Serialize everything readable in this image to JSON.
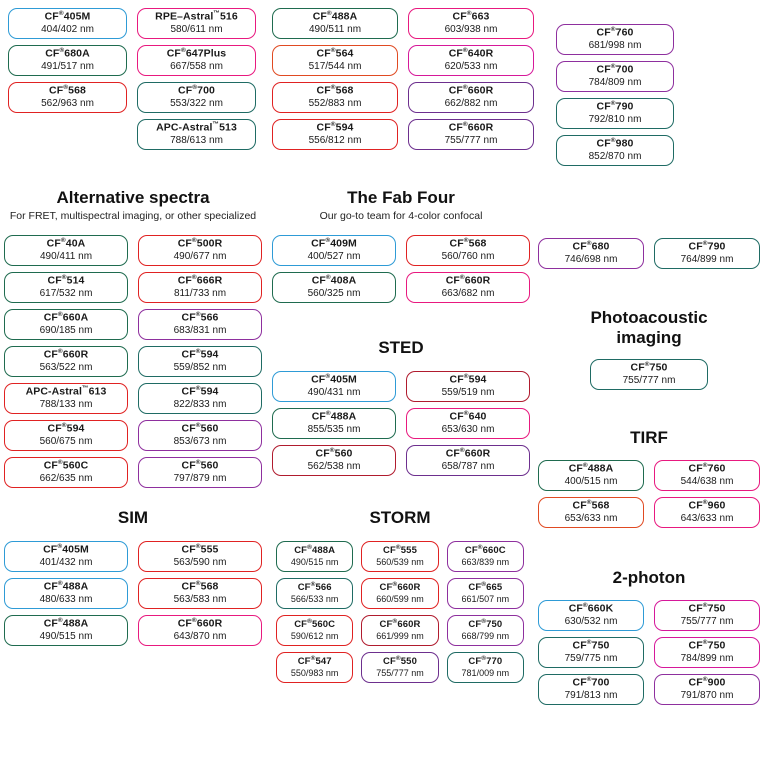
{
  "meta": {
    "registered_mark": "®",
    "units": "nm"
  },
  "colors": {
    "blue": "#2e9bd6",
    "green": "#1f6b4f",
    "red": "#e02222",
    "darkred": "#b01b2e",
    "pink": "#e8197f",
    "magenta": "#d6189a",
    "purple": "#8e2f9e",
    "violet": "#6d2f8e",
    "orange": "#e04a22",
    "teal": "#1f6b64"
  },
  "sections": {
    "top_left": {
      "title": "",
      "cards": [
        {
          "name": "CF®405M",
          "wl": "404/402 nm",
          "color": "blue"
        },
        {
          "name": "RPE–Astral™516",
          "wl": "580/611 nm",
          "color": "pink"
        },
        {
          "name": "CF®680A",
          "wl": "491/517 nm",
          "color": "green"
        },
        {
          "name": "CF®647Plus",
          "wl": "667/558 nm",
          "color": "pink"
        },
        {
          "name": "CF®568",
          "wl": "562/963 nm",
          "color": "red"
        },
        {
          "name": "CF®700",
          "wl": "553/322 nm",
          "color": "teal"
        },
        {
          "name": "",
          "wl": "",
          "color": "none"
        },
        {
          "name": "APC-Astral™513",
          "wl": "788/613 nm",
          "color": "teal"
        }
      ]
    },
    "top_mid": {
      "cards": [
        {
          "name": "CF®488A",
          "wl": "490/511 nm",
          "color": "green"
        },
        {
          "name": "CF®663",
          "wl": "603/938 nm",
          "color": "pink"
        },
        {
          "name": "CF®564",
          "wl": "517/544 nm",
          "color": "orange"
        },
        {
          "name": "CF®640R",
          "wl": "620/533 nm",
          "color": "magenta"
        },
        {
          "name": "CF®568",
          "wl": "552/883 nm",
          "color": "red"
        },
        {
          "name": "CF®660R",
          "wl": "662/882 nm",
          "color": "violet"
        },
        {
          "name": "CF®594",
          "wl": "556/812 nm",
          "color": "red"
        },
        {
          "name": "CF®660R",
          "wl": "755/777 nm",
          "color": "violet"
        }
      ]
    },
    "top_right": {
      "cards": [
        {
          "name": "CF®760",
          "wl": "681/998 nm",
          "color": "purple"
        },
        {
          "name": "CF®700",
          "wl": "784/809 nm",
          "color": "purple"
        },
        {
          "name": "CF®790",
          "wl": "792/810 nm",
          "color": "teal"
        },
        {
          "name": "CF®980",
          "wl": "852/870 nm",
          "color": "teal"
        }
      ]
    },
    "alternative": {
      "title": "Alternative spectra",
      "subtitle": "For FRET, multispectral imaging, or other specialized",
      "cards": [
        {
          "name": "CF®40A",
          "wl": "490/411 nm",
          "color": "green"
        },
        {
          "name": "CF®500R",
          "wl": "490/677 nm",
          "color": "red"
        },
        {
          "name": "CF®514",
          "wl": "617/532 nm",
          "color": "green"
        },
        {
          "name": "CF®666R",
          "wl": "811/733 nm",
          "color": "red"
        },
        {
          "name": "CF®660A",
          "wl": "690/185 nm",
          "color": "green"
        },
        {
          "name": "CF®566",
          "wl": "683/831 nm",
          "color": "purple"
        },
        {
          "name": "CF®660R",
          "wl": "563/522 nm",
          "color": "green"
        },
        {
          "name": "CF®594",
          "wl": "559/852 nm",
          "color": "teal"
        },
        {
          "name": "APC-Astral™613",
          "wl": "788/133 nm",
          "color": "red"
        },
        {
          "name": "CF®594",
          "wl": "822/833 nm",
          "color": "teal"
        },
        {
          "name": "CF®594",
          "wl": "560/675 nm",
          "color": "red"
        },
        {
          "name": "CF®560",
          "wl": "853/673 nm",
          "color": "purple"
        },
        {
          "name": "CF®560C",
          "wl": "662/635 nm",
          "color": "red"
        },
        {
          "name": "CF®560",
          "wl": "797/879 nm",
          "color": "purple"
        }
      ]
    },
    "fab_four": {
      "title": "The Fab Four",
      "subtitle": "Our go-to team for 4-color confocal",
      "cards": [
        {
          "name": "CF®409M",
          "wl": "400/527 nm",
          "color": "blue"
        },
        {
          "name": "CF®568",
          "wl": "560/760 nm",
          "color": "red"
        },
        {
          "name": "CF®408A",
          "wl": "560/325 nm",
          "color": "green"
        },
        {
          "name": "CF®660R",
          "wl": "663/682 nm",
          "color": "pink"
        }
      ]
    },
    "sted": {
      "title": "STED",
      "cards": [
        {
          "name": "CF®405M",
          "wl": "490/431 nm",
          "color": "blue"
        },
        {
          "name": "CF®594",
          "wl": "559/519 nm",
          "color": "darkred"
        },
        {
          "name": "CF®488A",
          "wl": "855/535 nm",
          "color": "green"
        },
        {
          "name": "CF®640",
          "wl": "653/630 nm",
          "color": "pink"
        },
        {
          "name": "CF®560",
          "wl": "562/538 nm",
          "color": "darkred"
        },
        {
          "name": "CF®660R",
          "wl": "658/787 nm",
          "color": "violet"
        }
      ]
    },
    "pair_680_790": {
      "cards": [
        {
          "name": "CF®680",
          "wl": "746/698 nm",
          "color": "purple"
        },
        {
          "name": "CF®790",
          "wl": "764/899 nm",
          "color": "teal"
        }
      ]
    },
    "photoacoustic": {
      "title_line1": "Photoacoustic",
      "title_line2": "imaging",
      "cards": [
        {
          "name": "CF®750",
          "wl": "755/777 nm",
          "color": "teal"
        }
      ]
    },
    "tirf": {
      "title": "TIRF",
      "cards": [
        {
          "name": "CF®488A",
          "wl": "400/515 nm",
          "color": "green"
        },
        {
          "name": "CF®760",
          "wl": "544/638 nm",
          "color": "pink"
        },
        {
          "name": "CF®568",
          "wl": "653/633 nm",
          "color": "orange"
        },
        {
          "name": "CF®960",
          "wl": "643/633 nm",
          "color": "pink"
        }
      ]
    },
    "sim": {
      "title": "SIM",
      "cards": [
        {
          "name": "CF®405M",
          "wl": "401/432 nm",
          "color": "blue"
        },
        {
          "name": "CF®555",
          "wl": "563/590 nm",
          "color": "red"
        },
        {
          "name": "CF®488A",
          "wl": "480/633 nm",
          "color": "blue"
        },
        {
          "name": "CF®568",
          "wl": "563/583 nm",
          "color": "red"
        },
        {
          "name": "CF®488A",
          "wl": "490/515 nm",
          "color": "green"
        },
        {
          "name": "CF®660R",
          "wl": "643/870 nm",
          "color": "pink"
        }
      ]
    },
    "storm": {
      "title": "STORM",
      "cards": [
        {
          "name": "CF®488A",
          "wl": "490/515 nm",
          "color": "green"
        },
        {
          "name": "CF®555",
          "wl": "560/539 nm",
          "color": "red"
        },
        {
          "name": "CF®660C",
          "wl": "663/839 nm",
          "color": "purple"
        },
        {
          "name": "CF®566",
          "wl": "566/533 nm",
          "color": "teal"
        },
        {
          "name": "CF®660R",
          "wl": "660/599 nm",
          "color": "red"
        },
        {
          "name": "CF®665",
          "wl": "661/507 nm",
          "color": "purple"
        },
        {
          "name": "CF®560C",
          "wl": "590/612 nm",
          "color": "red"
        },
        {
          "name": "CF®660R",
          "wl": "661/999 nm",
          "color": "darkred"
        },
        {
          "name": "CF®750",
          "wl": "668/799 nm",
          "color": "purple"
        },
        {
          "name": "CF®547",
          "wl": "550/983 nm",
          "color": "red"
        },
        {
          "name": "CF®550",
          "wl": "755/777 nm",
          "color": "violet"
        },
        {
          "name": "CF®770",
          "wl": "781/009 nm",
          "color": "teal"
        }
      ]
    },
    "two_photon": {
      "title": "2-photon",
      "cards": [
        {
          "name": "CF®660K",
          "wl": "630/532 nm",
          "color": "blue"
        },
        {
          "name": "CF®750",
          "wl": "755/777 nm",
          "color": "magenta"
        },
        {
          "name": "CF®750",
          "wl": "759/775 nm",
          "color": "teal"
        },
        {
          "name": "CF®750",
          "wl": "784/899 nm",
          "color": "magenta"
        },
        {
          "name": "CF®700",
          "wl": "791/813 nm",
          "color": "teal"
        },
        {
          "name": "CF®900",
          "wl": "791/870 nm",
          "color": "purple"
        }
      ]
    }
  }
}
